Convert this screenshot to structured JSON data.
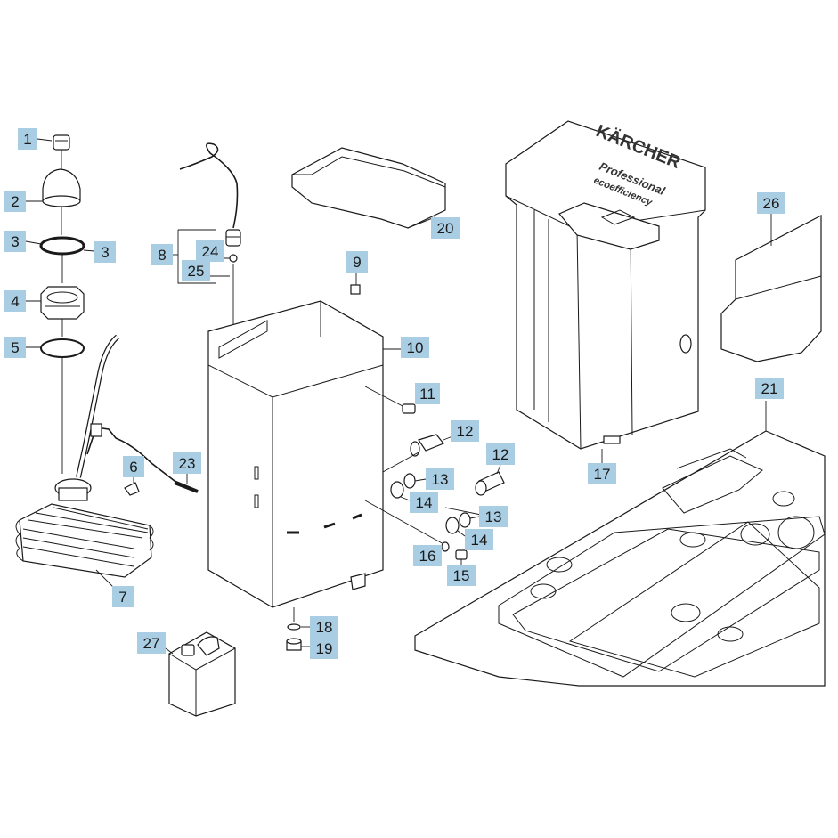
{
  "callouts": [
    {
      "id": "1",
      "label": "1"
    },
    {
      "id": "2",
      "label": "2"
    },
    {
      "id": "3a",
      "label": "3"
    },
    {
      "id": "3b",
      "label": "3"
    },
    {
      "id": "4",
      "label": "4"
    },
    {
      "id": "5",
      "label": "5"
    },
    {
      "id": "6",
      "label": "6"
    },
    {
      "id": "7",
      "label": "7"
    },
    {
      "id": "8",
      "label": "8"
    },
    {
      "id": "9",
      "label": "9"
    },
    {
      "id": "10",
      "label": "10"
    },
    {
      "id": "11",
      "label": "11"
    },
    {
      "id": "12a",
      "label": "12"
    },
    {
      "id": "12b",
      "label": "12"
    },
    {
      "id": "13a",
      "label": "13"
    },
    {
      "id": "13b",
      "label": "13"
    },
    {
      "id": "14a",
      "label": "14"
    },
    {
      "id": "14b",
      "label": "14"
    },
    {
      "id": "15",
      "label": "15"
    },
    {
      "id": "16",
      "label": "16"
    },
    {
      "id": "17",
      "label": "17"
    },
    {
      "id": "18",
      "label": "18"
    },
    {
      "id": "19",
      "label": "19"
    },
    {
      "id": "20",
      "label": "20"
    },
    {
      "id": "21",
      "label": "21"
    },
    {
      "id": "23",
      "label": "23"
    },
    {
      "id": "24",
      "label": "24"
    },
    {
      "id": "25",
      "label": "25"
    },
    {
      "id": "26",
      "label": "26"
    },
    {
      "id": "27",
      "label": "27"
    }
  ],
  "tank_branding": {
    "brand": "KÄRCHER",
    "line1": "Professional",
    "line2": "ecoefficiency"
  },
  "colors": {
    "callout_fill": "#a9cde3",
    "line": "#1a1a1a"
  }
}
